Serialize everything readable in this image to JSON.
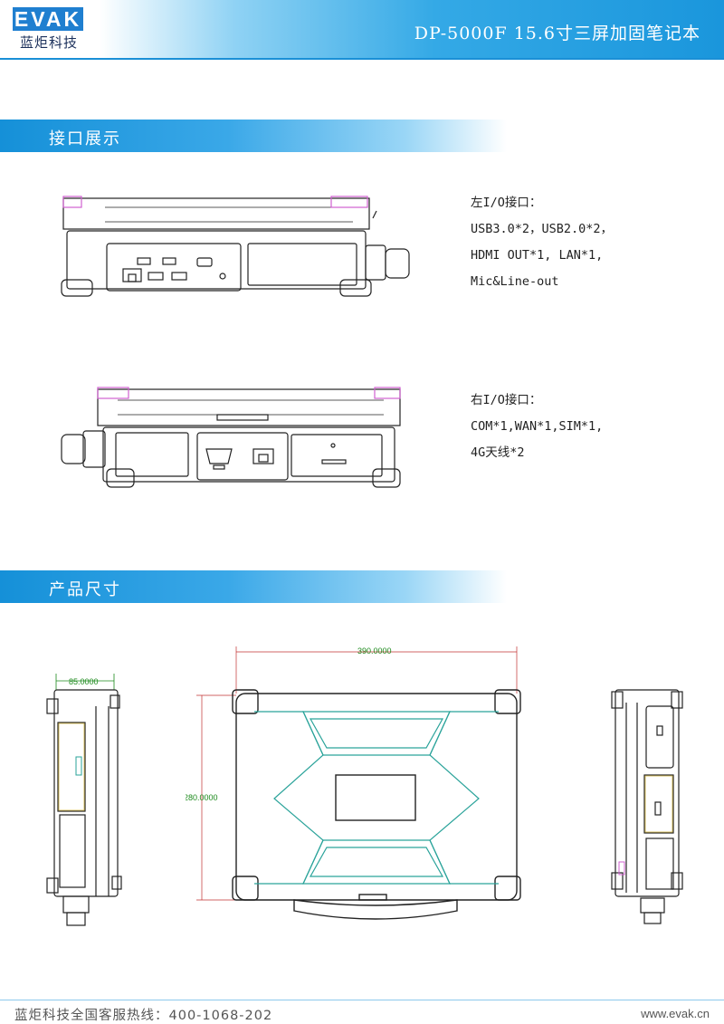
{
  "header": {
    "logo_mark": "EVAK",
    "logo_sub": "蓝炬科技",
    "title": "DP-5000F 15.6寸三屏加固笔记本"
  },
  "sections": {
    "interfaces": "接口展示",
    "dimensions": "产品尺寸"
  },
  "left_io": {
    "title": "左I/O接口：",
    "lines": [
      "USB3.0*2，USB2.0*2，",
      "HDMI OUT*1, LAN*1,",
      "Mic&Line-out"
    ]
  },
  "right_io": {
    "title": "右I/O接口：",
    "lines": [
      "COM*1,WAN*1,SIM*1,",
      "4G天线*2"
    ]
  },
  "dimension_labels": {
    "depth": "85.0000",
    "width": "390.0000",
    "height": "280.0000"
  },
  "colors": {
    "brand": "#1f7fd0",
    "banner": "#1590d8",
    "dimension": "#1c8a1c",
    "outline_teal": "#2aa39a",
    "highlight_magenta": "#d060d0"
  },
  "footer": {
    "hotline": "蓝炬科技全国客服热线：400-1068-202",
    "website": "www.evak.cn"
  }
}
